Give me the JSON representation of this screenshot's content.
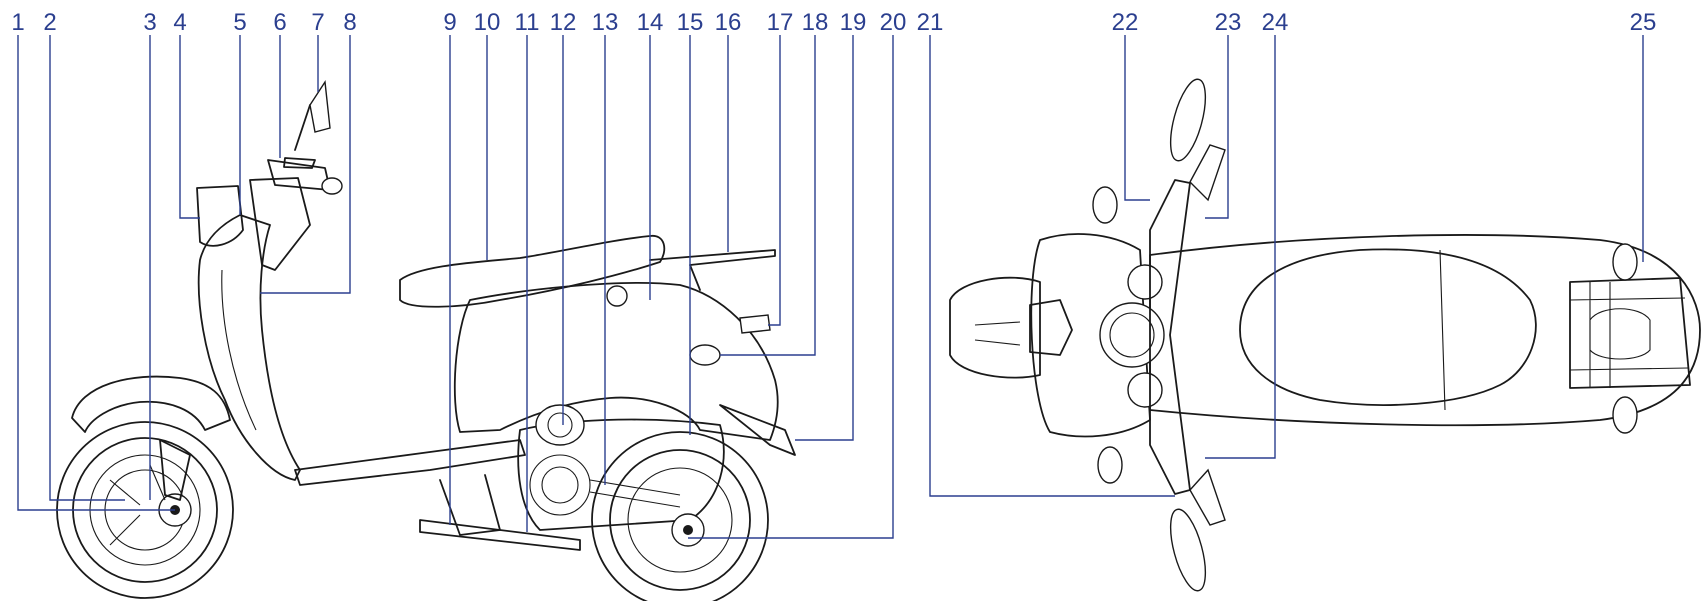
{
  "callouts": [
    "1",
    "2",
    "3",
    "4",
    "5",
    "6",
    "7",
    "8",
    "9",
    "10",
    "11",
    "12",
    "13",
    "14",
    "15",
    "16",
    "17",
    "18",
    "19",
    "20",
    "21",
    "22",
    "23",
    "24",
    "25"
  ],
  "colors": {
    "callout": "#2b3f8f",
    "ink": "#1a1a1a",
    "background": "#ffffff"
  }
}
